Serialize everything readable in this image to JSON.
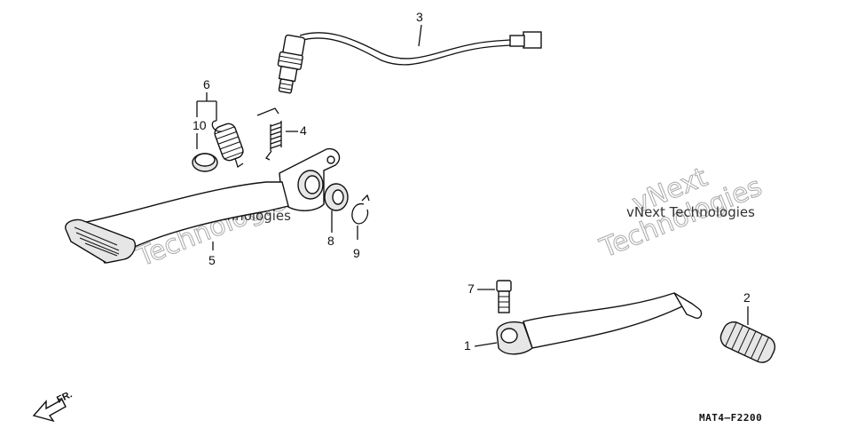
{
  "callouts": {
    "c1": "1",
    "c2": "2",
    "c3": "3",
    "c4": "4",
    "c5": "5",
    "c6": "6",
    "c7": "7",
    "c8": "8",
    "c9": "9",
    "c10": "10"
  },
  "watermark": {
    "small": "vNext Technologies",
    "line1": "vNext",
    "line2": "Technologies"
  },
  "direction_label": "FR.",
  "reference_code": "MAT4–F2200"
}
